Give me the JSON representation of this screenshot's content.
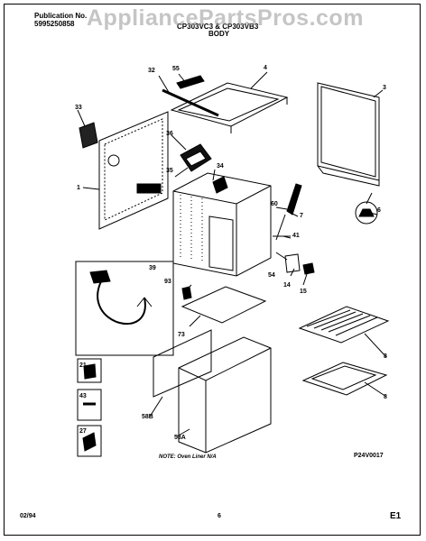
{
  "header": {
    "publication_label": "Publication No.",
    "publication_number": "5995250858",
    "models": "CP303VC3 & CP303VB3",
    "section": "BODY",
    "watermark": "AppliancePartsPros.com"
  },
  "callouts": [
    "32",
    "55",
    "4",
    "3",
    "33",
    "36",
    "35",
    "34",
    "1",
    "60",
    "7",
    "6",
    "41",
    "39",
    "93",
    "54",
    "14",
    "15",
    "73",
    "8",
    "21",
    "43",
    "27",
    "58B",
    "58A",
    "8"
  ],
  "note": "NOTE: Oven Liner N/A",
  "drawing_code": "P24V0017",
  "footer": {
    "date": "02/94",
    "page": "6",
    "section_code": "E1"
  }
}
